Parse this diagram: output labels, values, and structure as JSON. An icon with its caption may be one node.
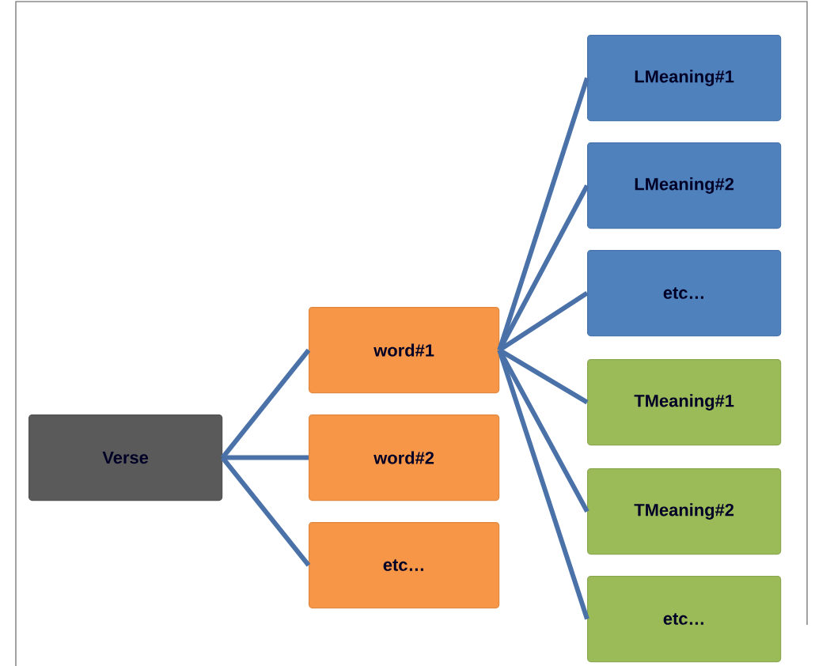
{
  "diagram": {
    "nodes": [
      {
        "text": [
          "Verse"
        ]
      },
      {
        "text": [
          "word#1"
        ]
      },
      {
        "text": [
          "word#2"
        ]
      },
      {
        "text": [
          "etc…"
        ]
      },
      {
        "text": [
          "LMeaning#1"
        ]
      },
      {
        "text": [
          "LMeaning#2"
        ]
      },
      {
        "text": [
          "etc…"
        ]
      },
      {
        "text": [
          "TMeaning#1"
        ]
      },
      {
        "text": [
          "TMeaning#2"
        ]
      },
      {
        "text": [
          "etc…"
        ]
      }
    ],
    "edges": [
      {
        "from": 0,
        "to": 1,
        "arrow": "none"
      },
      {
        "from": 0,
        "to": 2,
        "arrow": "none"
      },
      {
        "from": 0,
        "to": 3,
        "arrow": "none"
      },
      {
        "from": 1,
        "to": 4,
        "arrow": "none"
      },
      {
        "from": 1,
        "to": 5,
        "arrow": "none"
      },
      {
        "from": 1,
        "to": 6,
        "arrow": "none"
      },
      {
        "from": 1,
        "to": 7,
        "arrow": "none"
      },
      {
        "from": 1,
        "to": 8,
        "arrow": "none"
      },
      {
        "from": 1,
        "to": 9,
        "arrow": "none"
      }
    ]
  }
}
